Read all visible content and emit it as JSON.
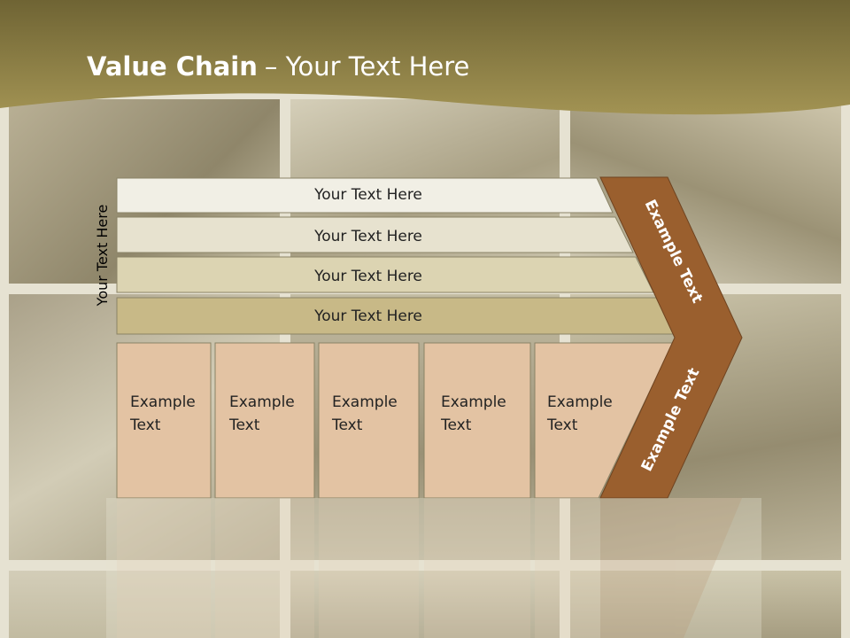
{
  "slide": {
    "title_bold": "Value Chain",
    "title_rest": "– Your Text Here",
    "side_label": "Your Text Here",
    "rows": [
      "Your Text Here",
      "Your Text Here",
      "Your Text Here",
      "Your Text Here"
    ],
    "boxes": [
      {
        "line1": "Example",
        "line2": "Text"
      },
      {
        "line1": "Example",
        "line2": "Text"
      },
      {
        "line1": "Example",
        "line2": "Text"
      },
      {
        "line1": "Example",
        "line2": "Text"
      },
      {
        "line1": "Example",
        "line2": "Text"
      }
    ],
    "chevron_top": "Example Text",
    "chevron_bottom": "Example Text"
  },
  "colors": {
    "banner": "#8c7d45",
    "row1": "#f1efe5",
    "row2": "#e7e2cf",
    "row3": "#dcd4b2",
    "row4": "#c8b987",
    "box": "#e3c3a3",
    "chevron": "#9a5f2e"
  }
}
